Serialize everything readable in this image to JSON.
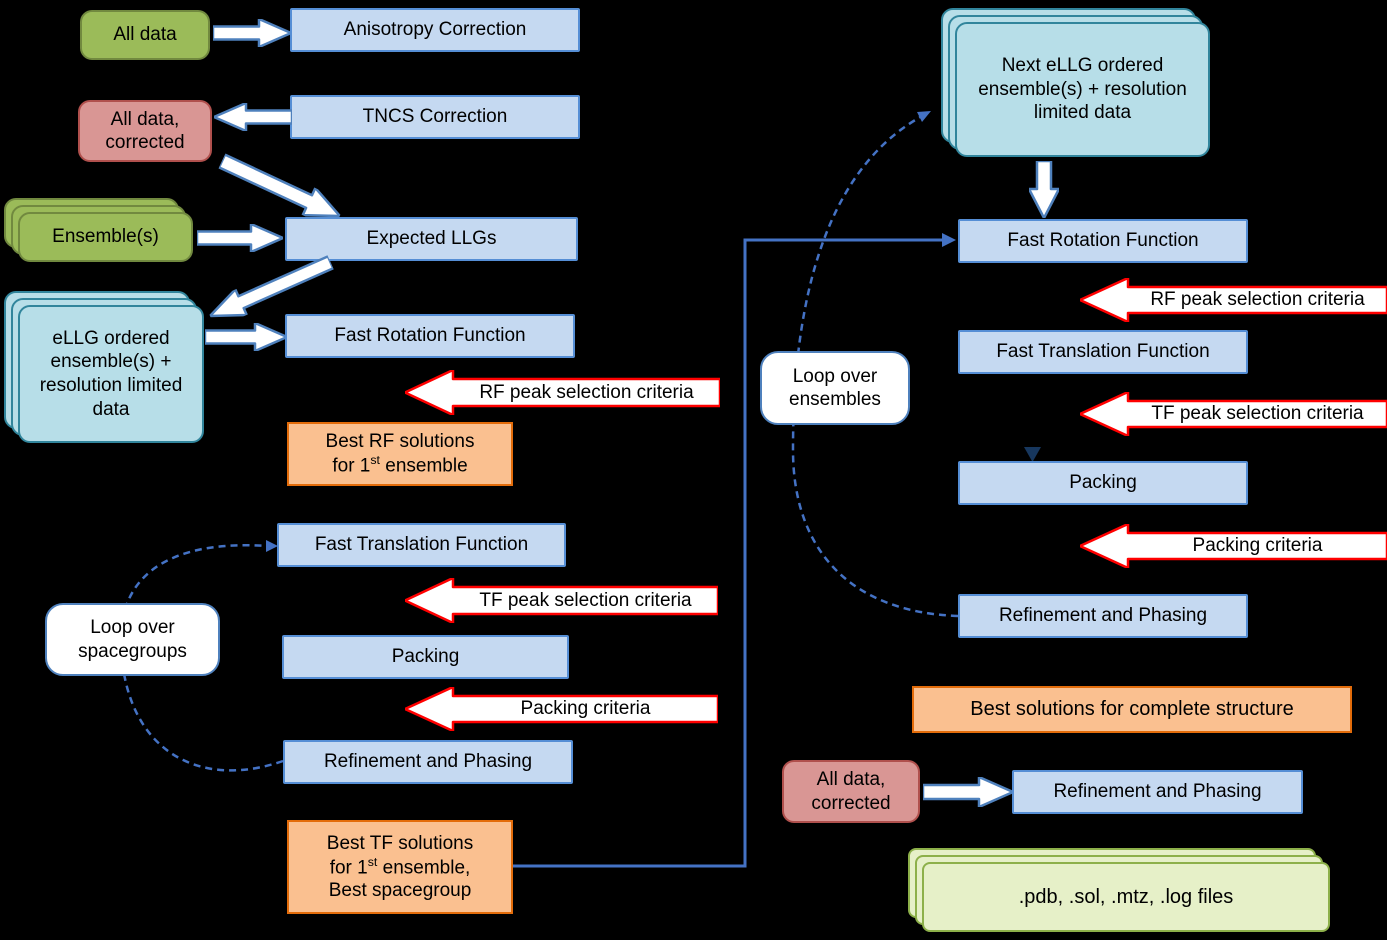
{
  "colors": {
    "background": "#000000",
    "process_fill": "#C5D9F1",
    "process_border": "#558ED5",
    "green_fill": "#9BBB59",
    "green_border": "#71893F",
    "pink_fill": "#D99694",
    "pink_border": "#B0504D",
    "teal_fill": "#B7DEE8",
    "teal_border": "#31859C",
    "orange_fill": "#FAC090",
    "orange_border": "#E36C0A",
    "output_fill": "#E6F0C8",
    "output_border": "#8DB04A",
    "loop_border": "#4F81BD",
    "criteria_border": "#FF0000",
    "connector": "#4472C4",
    "arrow_border": "#4F81BD",
    "triangle": "#17375E"
  },
  "nodes": {
    "all_data": "All data",
    "anisotropy": "Anisotropy Correction",
    "tncs": "TNCS Correction",
    "all_data_corrected": "All data, corrected",
    "ensembles": "Ensemble(s)",
    "expected_llgs": "Expected LLGs",
    "ellg_ordered": "eLLG ordered ensemble(s) + resolution limited data",
    "fast_rotation_left": "Fast Rotation Function",
    "best_rf": {
      "line1": "Best RF solutions",
      "line2_pre": "for 1",
      "sup": "st",
      "line2_post": " ensemble"
    },
    "fast_translation_left": "Fast Translation Function",
    "packing_left": "Packing",
    "refinement_left": "Refinement and Phasing",
    "loop_spacegroups": "Loop over spacegroups",
    "best_tf": {
      "line1": "Best TF solutions",
      "line2_pre": "for 1",
      "sup": "st",
      "line2_post": " ensemble,",
      "line3": "Best spacegroup"
    },
    "next_ellg": "Next eLLG ordered ensemble(s) + resolution limited data",
    "fast_rotation_right": "Fast Rotation Function",
    "fast_translation_right": "Fast Translation Function",
    "packing_right": "Packing",
    "refinement_right": "Refinement and Phasing",
    "loop_ensembles": "Loop over ensembles",
    "best_solutions": "Best solutions for complete structure",
    "all_data_corrected_2": "All data, corrected",
    "refinement_final": "Refinement and Phasing",
    "outputs": ".pdb, .sol, .mtz, .log files"
  },
  "criteria": {
    "rf_left": "RF peak selection criteria",
    "tf_left": "TF peak selection criteria",
    "packing_left": "Packing criteria",
    "rf_right": "RF peak selection criteria",
    "tf_right": "TF peak selection criteria",
    "packing_right": "Packing criteria"
  }
}
